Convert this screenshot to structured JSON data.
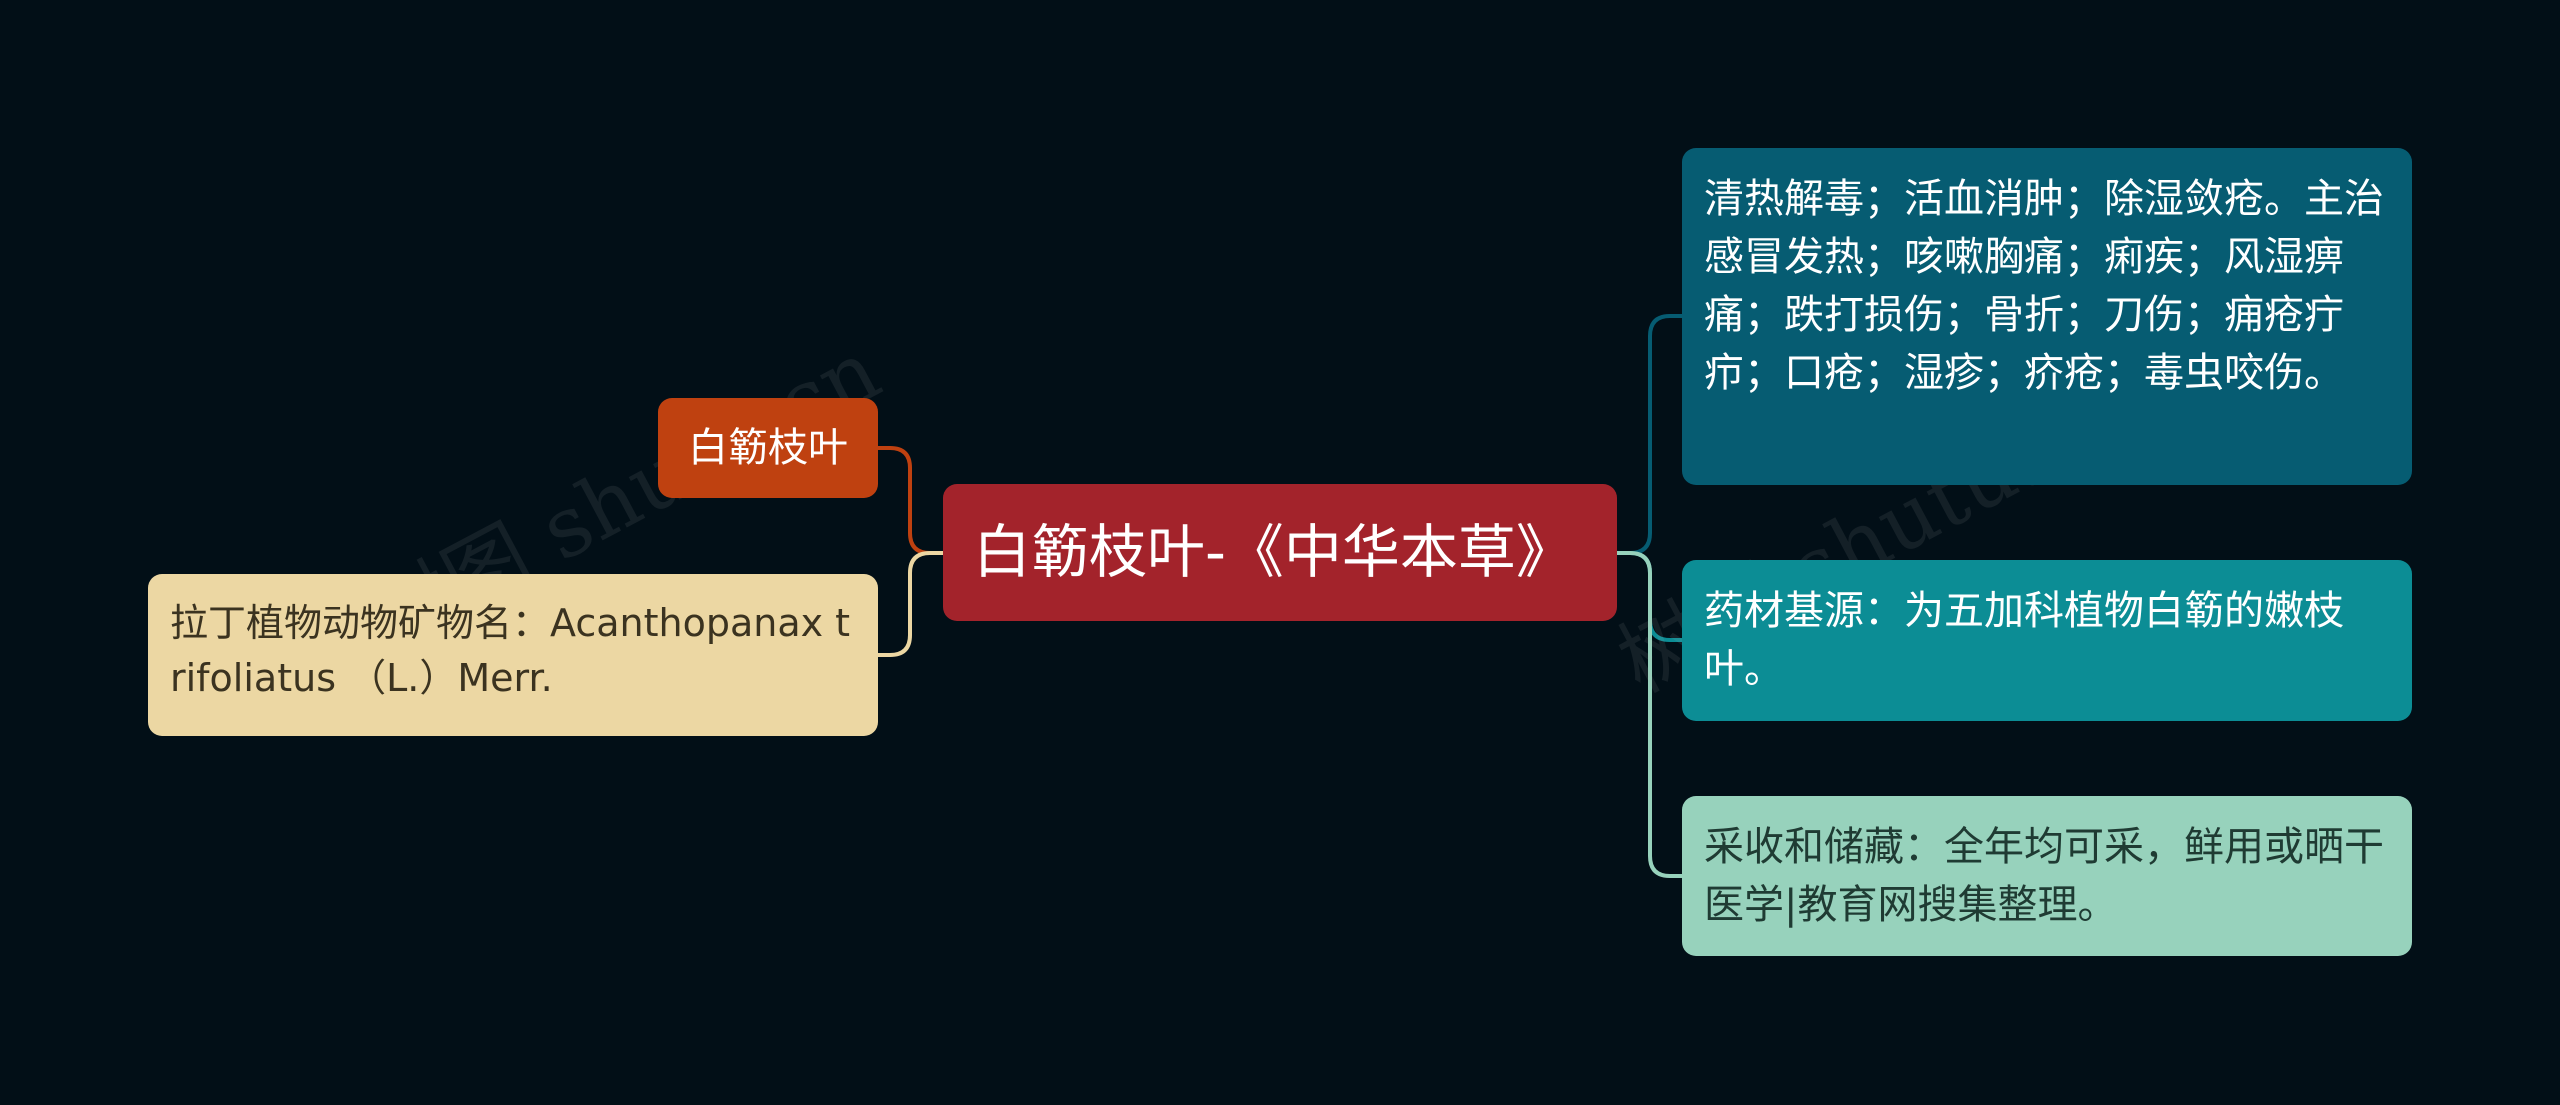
{
  "central": {
    "label": "白簕枝叶-《中华本草》"
  },
  "left": {
    "title": "白簕枝叶",
    "latin": "拉丁植物动物矿物名：Acanthopanax trifoliatus （L.）Merr."
  },
  "right": {
    "effects": "清热解毒；活血消肿；除湿敛疮。主治感冒发热；咳嗽胸痛；痢疾；风湿痹痛；跌打损伤；骨折；刀伤；痈疮疔疖；口疮；湿疹；疥疮；毒虫咬伤。",
    "source": "药材基源：为五加科植物白簕的嫩枝叶。",
    "harvest": "采收和储藏：全年均可采，鲜用或晒干医学|教育网搜集整理。"
  },
  "watermark": {
    "text": "树图 shutu.cn"
  },
  "colors": {
    "background": "#020f17",
    "central": "#a3232b",
    "left_title": "#bf4110",
    "left_latin": "#ecd7a3",
    "right_effects": "#065c72",
    "right_source": "#0c8d95",
    "right_harvest": "#97d2bc"
  }
}
